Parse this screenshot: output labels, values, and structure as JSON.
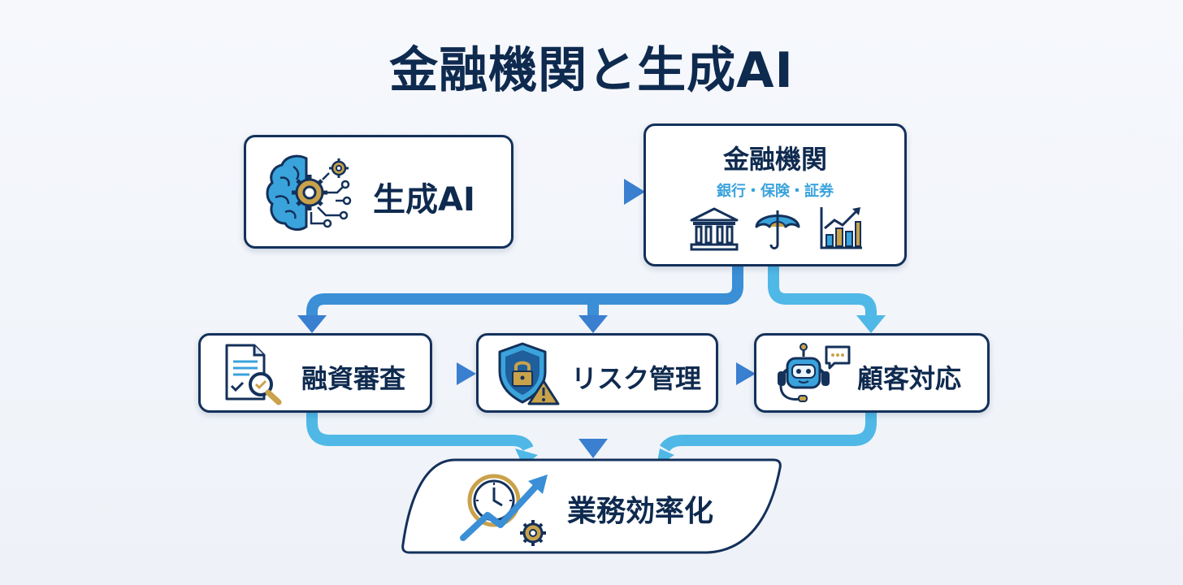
{
  "title": "金融機関と生成AI",
  "nodes": {
    "genai": {
      "label": "生成AI",
      "icon": "brain-gear-icon"
    },
    "fin": {
      "label": "金融機関",
      "sub": "銀行・保険・証券",
      "icons": [
        "bank-icon",
        "umbrella-icon",
        "bar-chart-icon"
      ]
    },
    "loan": {
      "label": "融資審査",
      "icon": "document-search-icon"
    },
    "risk": {
      "label": "リスク管理",
      "icon": "shield-lock-warning-icon"
    },
    "cs": {
      "label": "顧客対応",
      "icon": "robot-headset-icon"
    },
    "eff": {
      "label": "業務効率化",
      "icon": "clock-growth-gear-icon"
    }
  },
  "colors": {
    "navy": "#14315a",
    "arrow": "#3a8fd6",
    "arrow_light": "#4fb8e6",
    "gold": "#c9a24a"
  }
}
